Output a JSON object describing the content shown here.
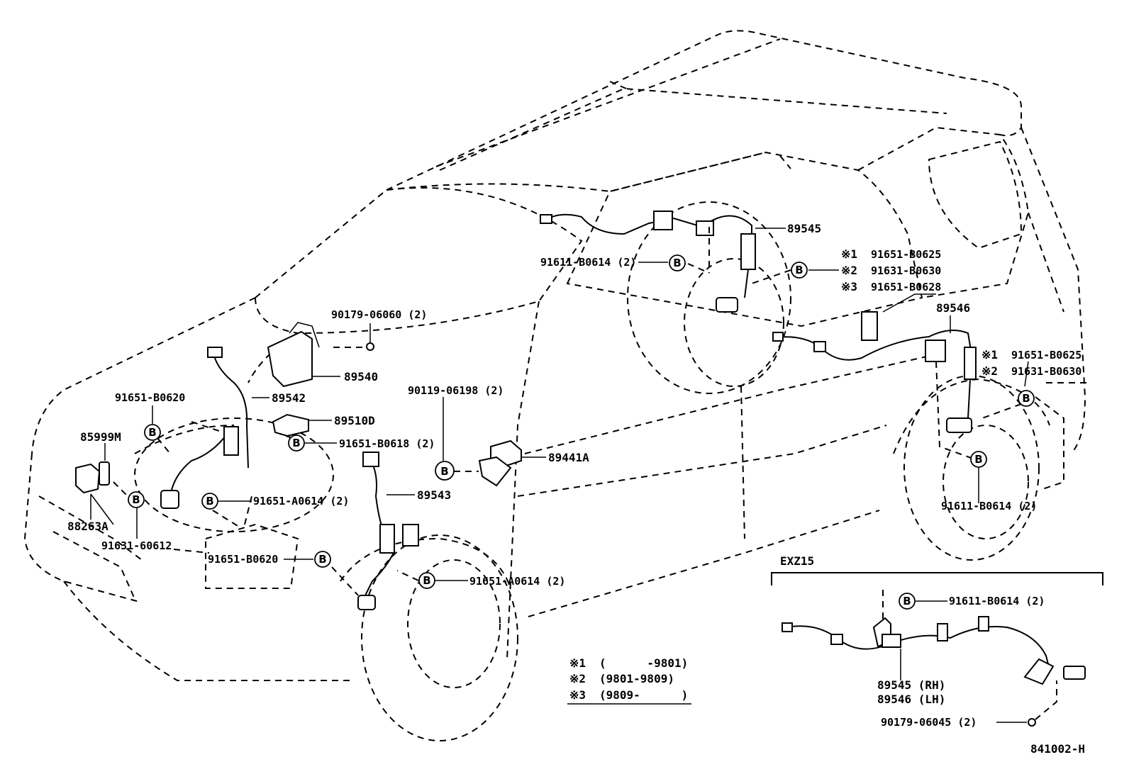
{
  "labels": {
    "p89545": "89545",
    "p89546": "89546",
    "p89540": "89540",
    "p89542": "89542",
    "p89510d": "89510D",
    "p89441a": "89441A",
    "p89543": "89543",
    "p85999m": "85999M",
    "p88263a": "88263A",
    "b91611_top": "91611-B0614 (2)",
    "b90179_06060": "90179-06060 (2)",
    "b90119": "90119-06198 (2)",
    "b91651_b0620_left": "91651-B0620",
    "b91651_b0618": "91651-B0618 (2)",
    "b91651_a0614_mid": "91651-A0614 (2)",
    "b91631_60612": "91631-60612",
    "b91651_b0620_low": "91651-B0620",
    "b91651_a0614_low": "91651-A0614 (2)",
    "b91611_right": "91611-B0614 (2)",
    "b91611_exz": "91611-B0614 (2)",
    "b90179_06045": "90179-06045 (2)",
    "exz15": "EXZ15",
    "p89545rh": "89545 (RH)",
    "p89546lh": "89546 (LH)",
    "fig_code": "841002-H"
  },
  "callout_upper": [
    {
      "mark": "※1",
      "part": "91651-B0625"
    },
    {
      "mark": "※2",
      "part": "91631-B0630"
    },
    {
      "mark": "※3",
      "part": "91651-B0628"
    }
  ],
  "callout_right": [
    {
      "mark": "※1",
      "part": "91651-B0625"
    },
    {
      "mark": "※2",
      "part": "91631-B0630"
    }
  ],
  "legend": [
    {
      "mark": "※1",
      "range": "(      -9801)"
    },
    {
      "mark": "※2",
      "range": "(9801-9809)"
    },
    {
      "mark": "※3",
      "range": "(9809-      )"
    }
  ],
  "bolt_symbol": "B"
}
